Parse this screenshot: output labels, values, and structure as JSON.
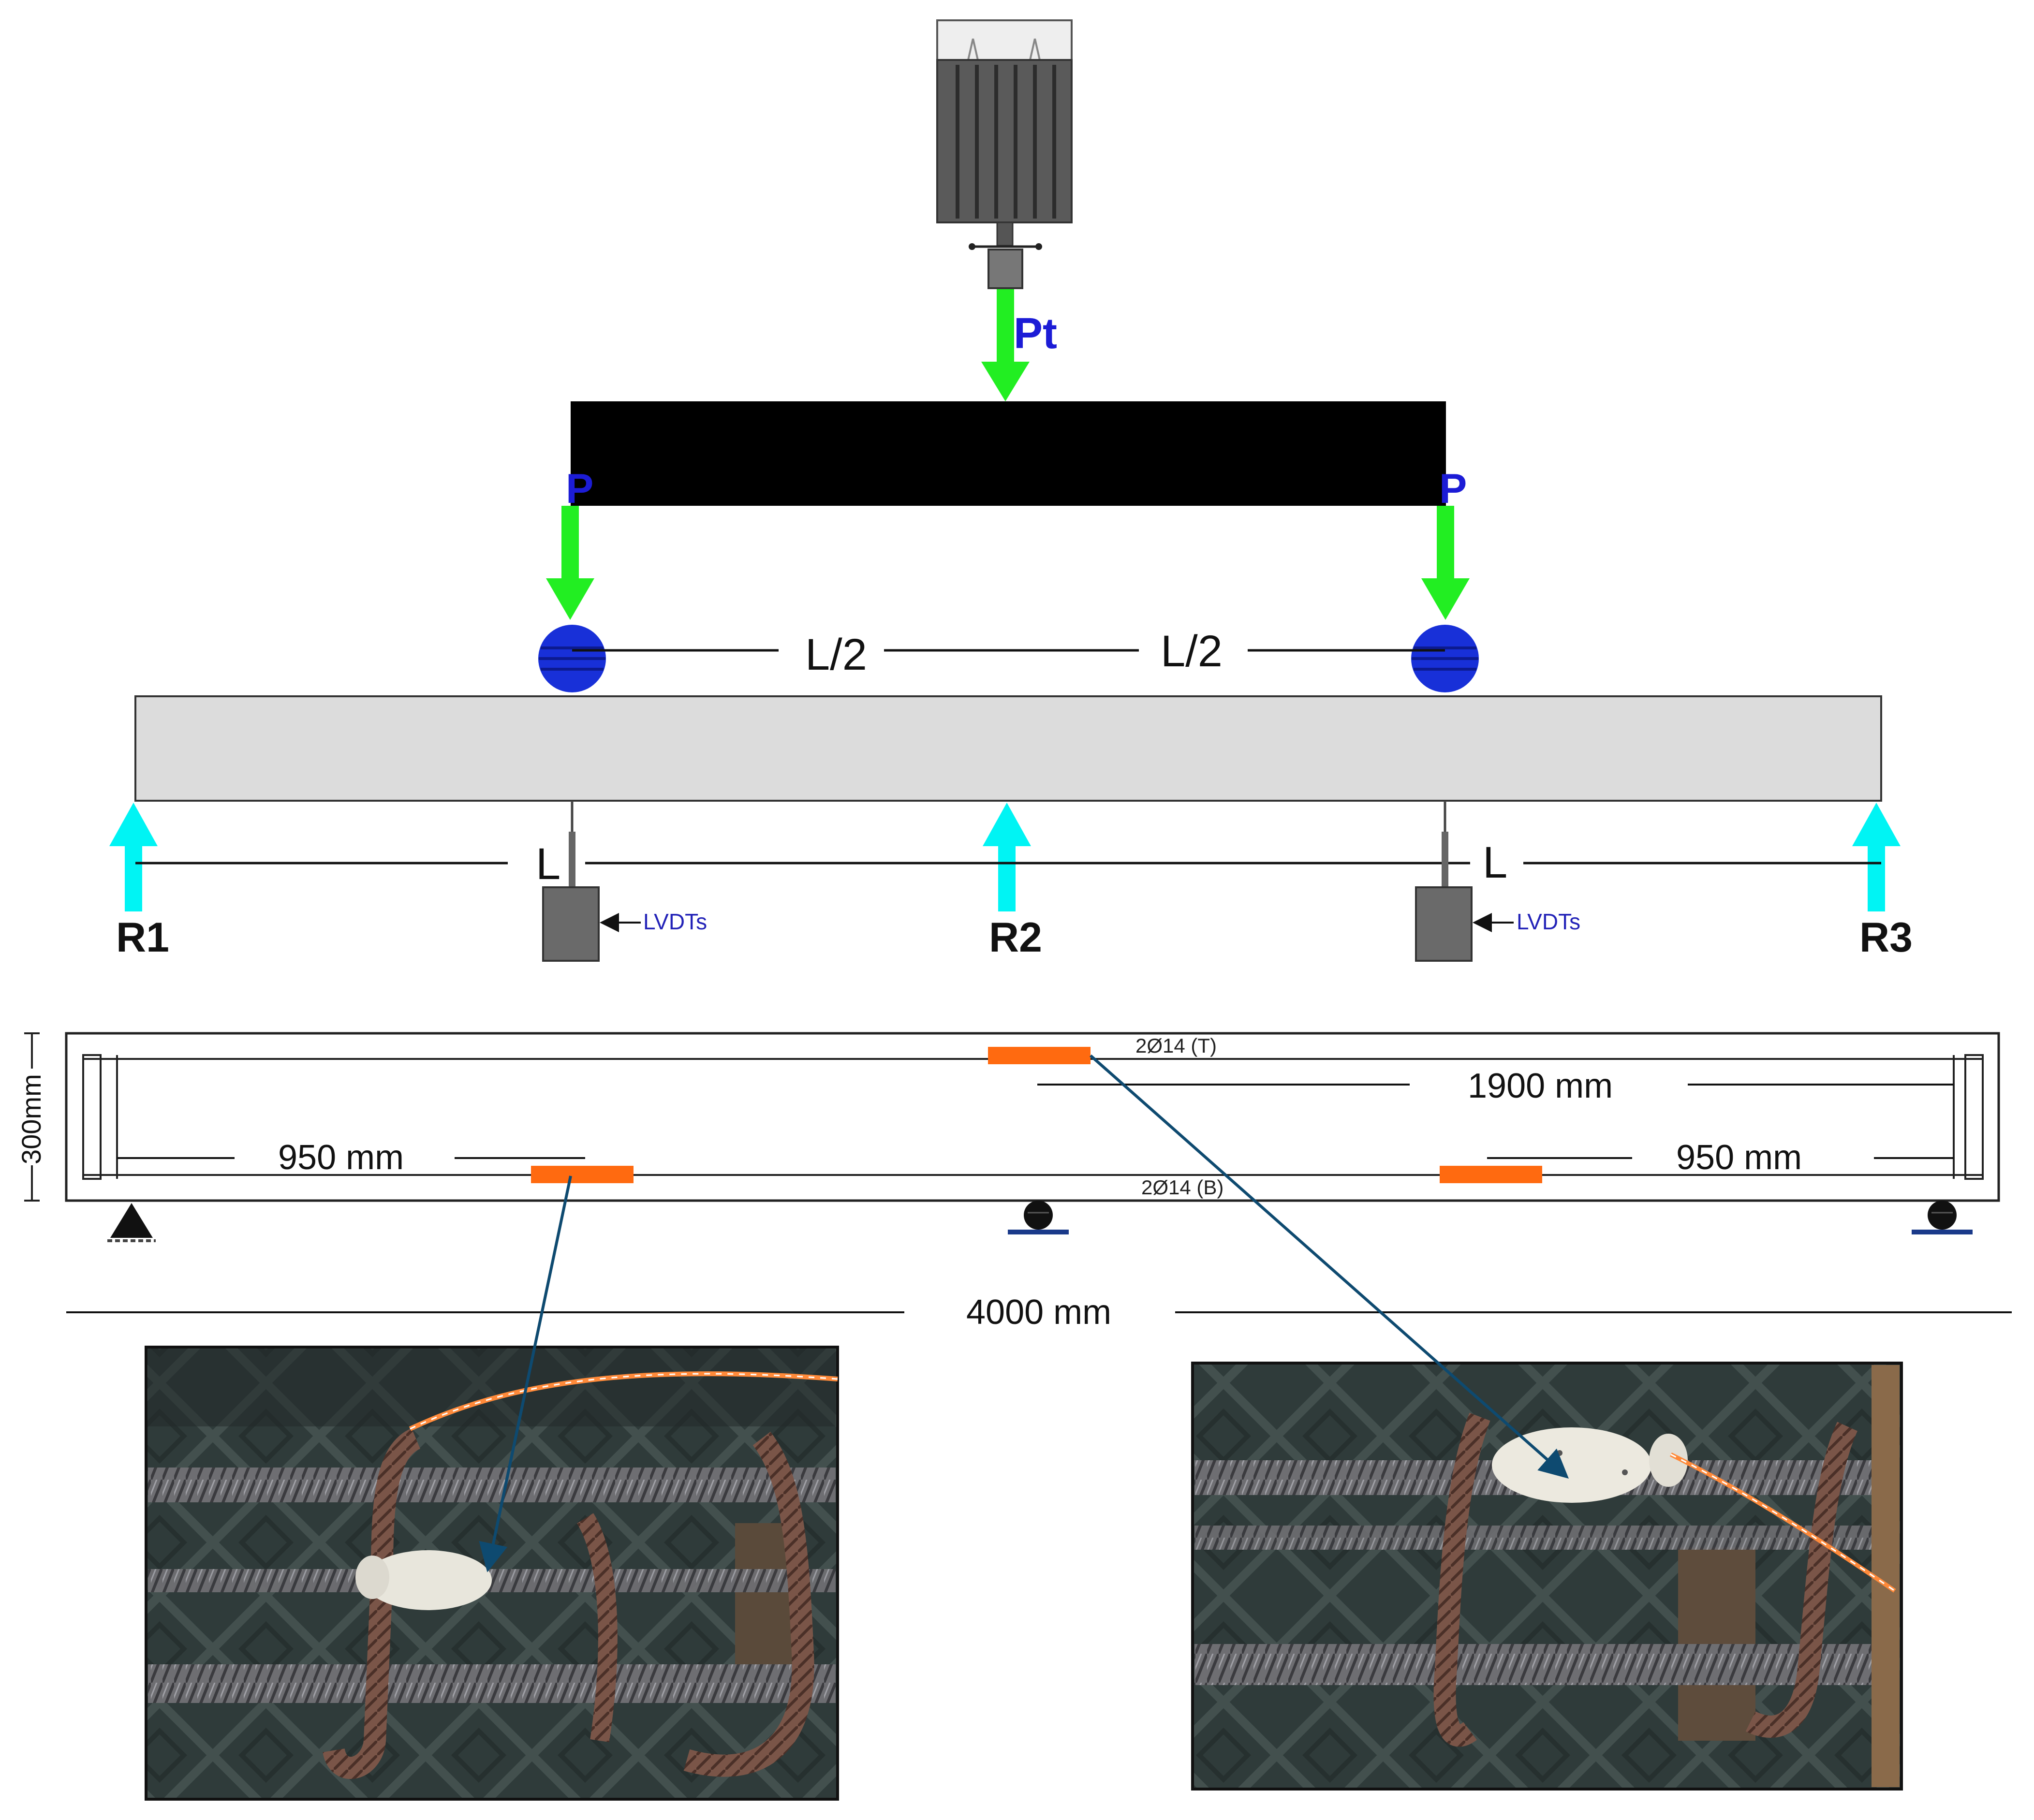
{
  "loads": {
    "total": "Pt",
    "left_point": "P",
    "right_point": "P"
  },
  "spans": {
    "half_left": "L/2",
    "half_right": "L/2",
    "span_left": "L",
    "span_right": "L"
  },
  "reactions": {
    "r1": "R1",
    "r2": "R2",
    "r3": "R3"
  },
  "sensors": {
    "left": "LVDTs",
    "right": "LVDTs"
  },
  "section": {
    "depth": "300mm",
    "top_rebar": "2Ø14 (T)",
    "bottom_rebar": "2Ø14 (B)",
    "dim_left": "950 mm",
    "dim_center": "1900 mm",
    "dim_right": "950 mm",
    "total_length": "4000 mm"
  },
  "colors": {
    "load_arrow": "#22ee22",
    "reaction_arrow": "#00f4f4",
    "roller": "#1830d8",
    "beam_fill": "#dcdcdc",
    "strain_gauge": "#ff6a10",
    "leader_line": "#0e4a70",
    "actuator": "#5a5a5a",
    "spreader": "#000000"
  }
}
